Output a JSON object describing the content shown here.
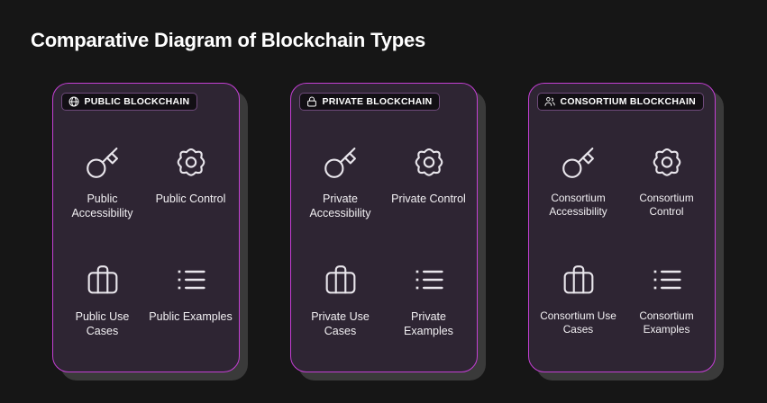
{
  "header": {
    "title": "Comparative Diagram of Blockchain Types"
  },
  "theme": {
    "page_background": "#161616",
    "card_background": "#2e2533",
    "card_border": "#c43fd4",
    "badge_background": "#120f14",
    "badge_border": "#6e4a7a",
    "shadow": "#3a3a3a",
    "text": "#ffffff"
  },
  "cards": [
    {
      "id": "public-blockchain",
      "badge_label": "PUBLIC BLOCKCHAIN",
      "badge_icon": "globe-icon",
      "features": [
        {
          "icon": "key-icon",
          "label": "Public Accessibility"
        },
        {
          "icon": "gear-icon",
          "label": "Public Control"
        },
        {
          "icon": "briefcase-icon",
          "label": "Public Use Cases"
        },
        {
          "icon": "list-icon",
          "label": "Public Examples"
        }
      ]
    },
    {
      "id": "private-blockchain",
      "badge_label": "PRIVATE BLOCKCHAIN",
      "badge_icon": "lock-icon",
      "features": [
        {
          "icon": "key-icon",
          "label": "Private Accessibility"
        },
        {
          "icon": "gear-icon",
          "label": "Private Control"
        },
        {
          "icon": "briefcase-icon",
          "label": "Private Use Cases"
        },
        {
          "icon": "list-icon",
          "label": "Private Examples"
        }
      ]
    },
    {
      "id": "consortium-blockchain",
      "badge_label": "CONSORTIUM BLOCKCHAIN",
      "badge_icon": "users-icon",
      "features": [
        {
          "icon": "key-icon",
          "label": "Consortium Accessibility"
        },
        {
          "icon": "gear-icon",
          "label": "Consortium Control"
        },
        {
          "icon": "briefcase-icon",
          "label": "Consortium Use Cases"
        },
        {
          "icon": "list-icon",
          "label": "Consortium Examples"
        }
      ]
    }
  ]
}
